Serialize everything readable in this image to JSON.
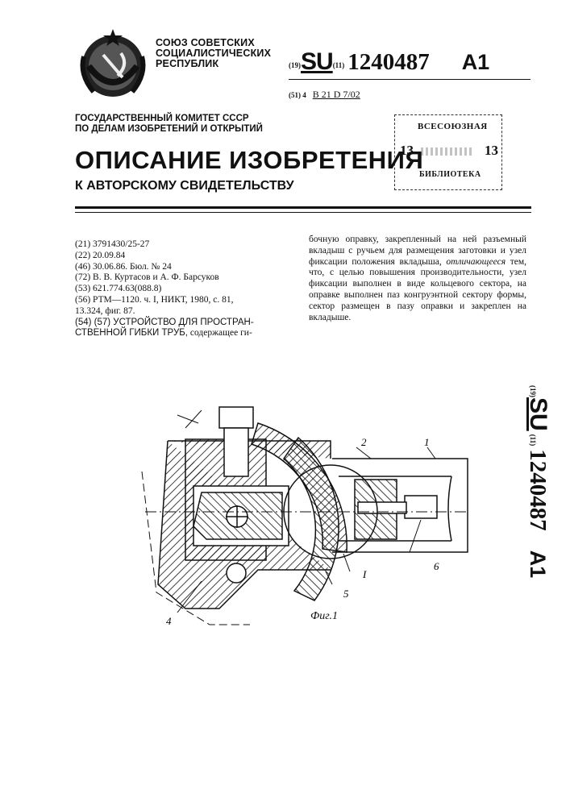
{
  "header": {
    "union": [
      "СОЮЗ СОВЕТСКИХ",
      "СОЦИАЛИСТИЧЕСКИХ",
      "РЕСПУБЛИК"
    ],
    "code19": "(19)",
    "country": "SU",
    "code11": "(11)",
    "number": "1240487",
    "kind": "A1",
    "code51": "(51) 4",
    "ipc": "B 21 D 7/02",
    "committee": [
      "ГОСУДАРСТВЕННЫЙ КОМИТЕТ СССР",
      "ПО ДЕЛАМ ИЗОБРЕТЕНИЙ И ОТКРЫТИЙ"
    ]
  },
  "stamp": {
    "line1": "ВСЕСОЮЗНАЯ",
    "num_left": "13",
    "num_right": "13",
    "line3": "БИБЛИОТЕКА"
  },
  "title": "ОПИСАНИЕ ИЗОБРЕТЕНИЯ",
  "subtitle": "К АВТОРСКОМУ СВИДЕТЕЛЬСТВУ",
  "biblio": {
    "f21": "(21) 3791430/25-27",
    "f22": "(22) 20.09.84",
    "f46": "(46) 30.06.86. Бюл. № 24",
    "f72": "(72) В. В. Куртасов и А. Ф. Барсуков",
    "f53": "(53) 621.774.63(088.8)",
    "f56a": "(56) РТМ—1120. ч. I, НИКТ, 1980, с. 81,",
    "f56b": "13.324, фиг. 87.",
    "f54a": "(54) (57) УСТРОЙСТВО ДЛЯ ПРОСТРАН-",
    "f54b": "СТВЕННОЙ ГИБКИ ТРУБ,",
    "f54b_rest": " содержащее ги-"
  },
  "abstract": {
    "part1": "бочную оправку, закрепленный на ней разъемный вкладыш с ручьем для размещения заготовки и узел фиксации положения вкладыша, ",
    "italic": "отличающееся",
    "part2": " тем, что, с целью повышения производительности, узел фиксации выполнен в виде кольцевого сектора, на оправке выполнен паз конгруэнтной сектору формы, сектор размещен в пазу оправки и закреплен на вкладыше."
  },
  "figure": {
    "caption": "Фиг.1",
    "labels": {
      "l1": "1",
      "l2": "2",
      "l4": "4",
      "l5": "5",
      "l6": "6",
      "lI": "I"
    }
  }
}
